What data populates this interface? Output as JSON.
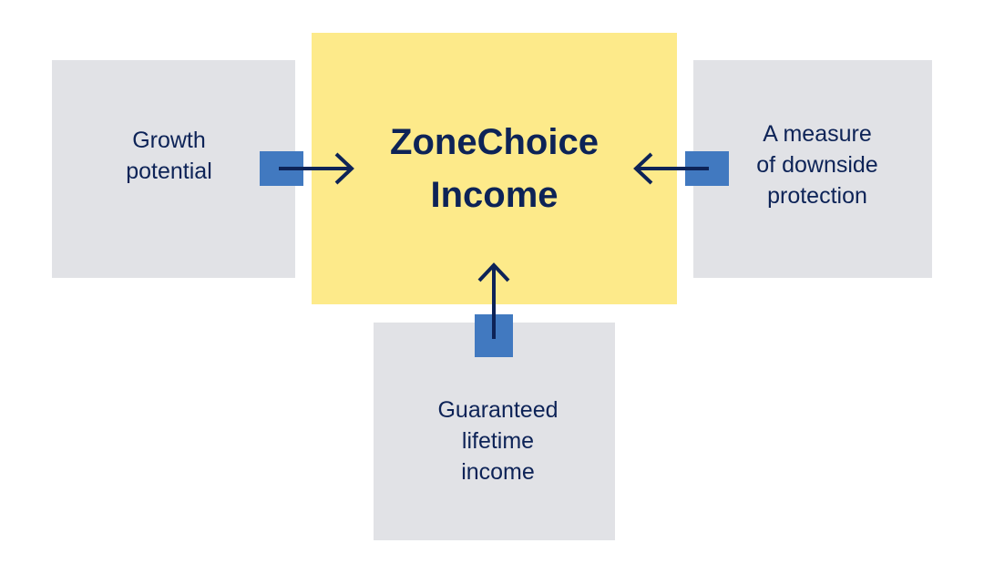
{
  "diagram": {
    "center": {
      "title": "ZoneChoice\nIncome"
    },
    "inputs": [
      {
        "id": "left",
        "label": "Growth\npotential"
      },
      {
        "id": "right",
        "label": "A measure\nof downside\nprotection"
      },
      {
        "id": "bottom",
        "label": "Guaranteed\nlifetime\nincome"
      }
    ]
  },
  "colors": {
    "center_fill": "#fdea8a",
    "input_fill": "#e1e2e6",
    "connector_square": "#4179c0",
    "arrow_and_text": "#0d2357"
  }
}
